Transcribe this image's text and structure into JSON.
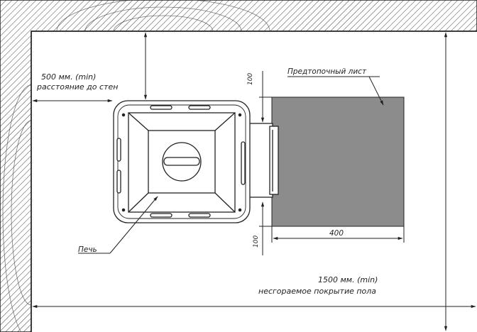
{
  "labels": {
    "min_wall_distance": "500 мм. (min)",
    "wall_distance_caption": "расстояние до стен",
    "pre_firebox_sheet": "Предтопочный лист",
    "stove": "Печь",
    "dim_top": "100",
    "dim_bottom": "100",
    "dim_width": "400",
    "min_floor_covering": "1500 мм. (min)",
    "floor_covering_caption": "несгораемое покрытие пола"
  },
  "colors": {
    "line": "#222222",
    "sheet_fill": "#8c8c8c",
    "wall_hatch": "#444444"
  }
}
